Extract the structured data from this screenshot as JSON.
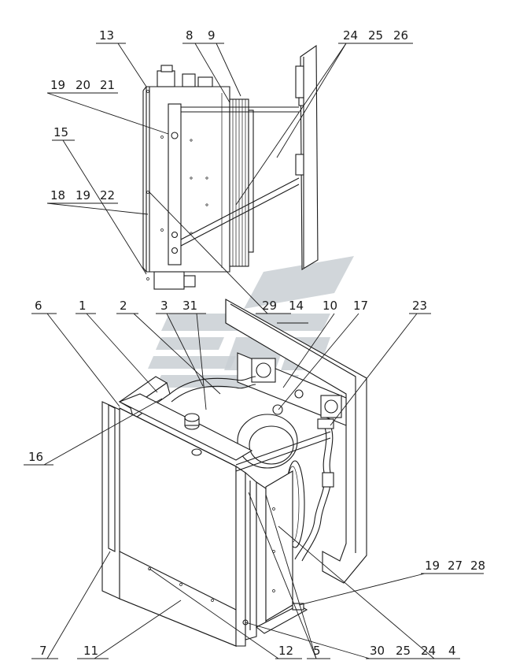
{
  "callouts": {
    "c13": "13",
    "c8": "8",
    "c9": "9",
    "c24a": "24",
    "c25a": "25",
    "c26": "26",
    "c19a": "19",
    "c20": "20",
    "c21": "21",
    "c15": "15",
    "c18": "18",
    "c19b": "19",
    "c22": "22",
    "c29": "29",
    "c14": "14",
    "c6": "6",
    "c1": "1",
    "c2": "2",
    "c3": "3",
    "c31": "31",
    "c10": "10",
    "c17": "17",
    "c23": "23",
    "c16": "16",
    "c19c": "19",
    "c27": "27",
    "c28": "28",
    "c7": "7",
    "c11": "11",
    "c12": "12",
    "c5": "5",
    "c30": "30",
    "c25b": "25",
    "c24b": "24",
    "c4": "4"
  },
  "colors": {
    "line": "#1a1a1a",
    "watermark": "#c9cfd3",
    "background": "#ffffff"
  }
}
